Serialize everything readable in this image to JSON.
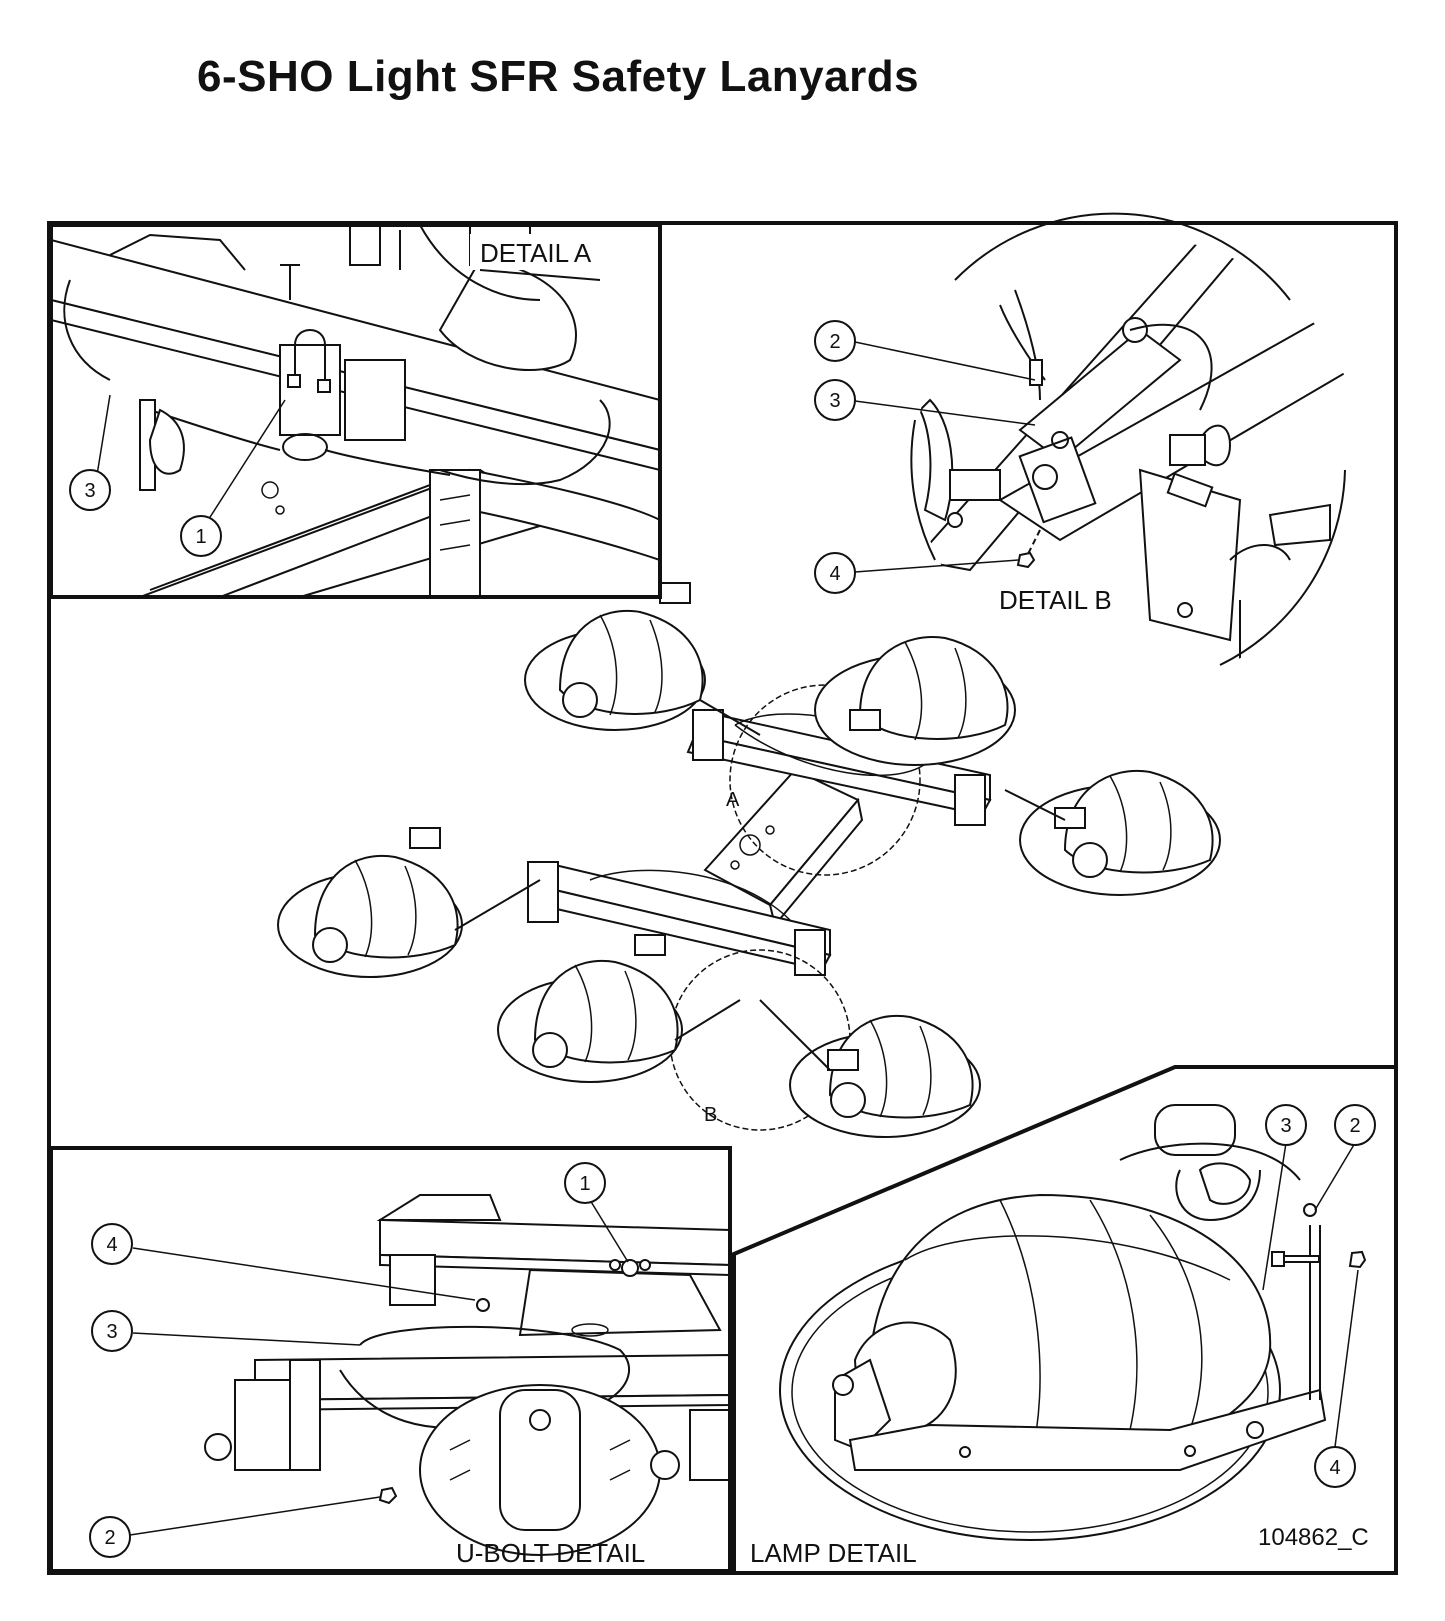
{
  "title": "6-SHO Light SFR Safety Lanyards",
  "panels": {
    "detail_a": "DETAIL A",
    "detail_b": "DETAIL B",
    "ubolt_detail": "U-BOLT DETAIL",
    "lamp_detail": "LAMP DETAIL"
  },
  "detail_markers": {
    "a": "A",
    "b": "B"
  },
  "callouts": {
    "detail_a": [
      "3",
      "1"
    ],
    "detail_b": [
      "2",
      "3",
      "4"
    ],
    "ubolt": [
      "1",
      "4",
      "3",
      "2"
    ],
    "lamp": [
      "3",
      "2",
      "4"
    ]
  },
  "drawing_number": "104862_C"
}
